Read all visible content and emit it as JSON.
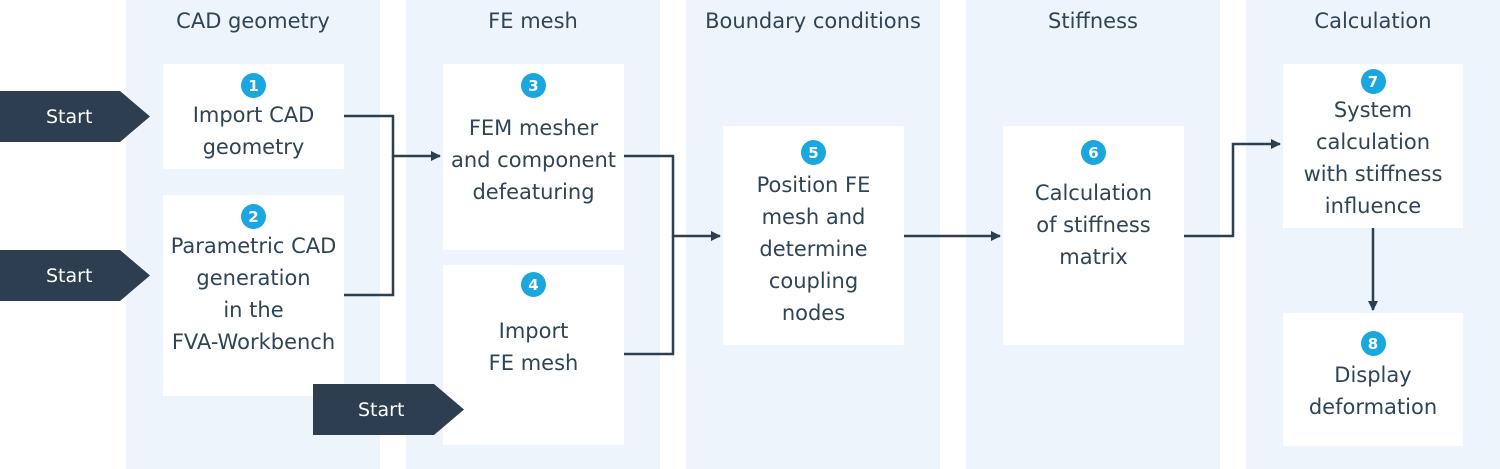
{
  "columns": [
    {
      "header": "CAD geometry"
    },
    {
      "header": "FE mesh"
    },
    {
      "header": "Boundary conditions"
    },
    {
      "header": "Stiffness"
    },
    {
      "header": "Calculation"
    }
  ],
  "steps": [
    {
      "number": "1",
      "text": "Import CAD\ngeometry"
    },
    {
      "number": "2",
      "text": "Parametric CAD\ngeneration\nin the\nFVA-Workbench"
    },
    {
      "number": "3",
      "text": "FEM mesher\nand component\ndefeaturing"
    },
    {
      "number": "4",
      "text": "Import\nFE mesh"
    },
    {
      "number": "5",
      "text": "Position FE\nmesh and\ndetermine\ncoupling\nnodes"
    },
    {
      "number": "6",
      "text": "Calculation\nof stiffness\nmatrix"
    },
    {
      "number": "7",
      "text": "System\ncalculation\nwith stiffness\ninfluence"
    },
    {
      "number": "8",
      "text": "Display\ndeformation"
    }
  ],
  "start_labels": [
    "Start",
    "Start",
    "Start"
  ],
  "colors": {
    "column_bg": "#eef4fb",
    "box_bg": "#ffffff",
    "badge": "#1aa7e0",
    "start_tag": "#2c3e50",
    "text": "#2f4456"
  }
}
